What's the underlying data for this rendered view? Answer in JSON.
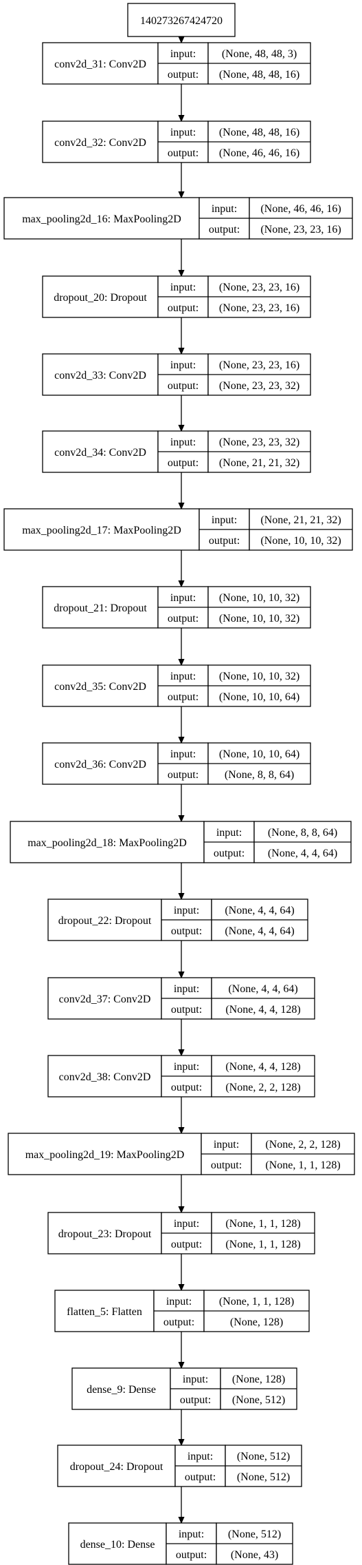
{
  "root": {
    "id": "140273267424720"
  },
  "port_labels": {
    "input": "input:",
    "output": "output:"
  },
  "layers": [
    {
      "name": "conv2d_31: Conv2D",
      "input": "(None, 48, 48, 3)",
      "output": "(None, 48, 48, 16)"
    },
    {
      "name": "conv2d_32: Conv2D",
      "input": "(None, 48, 48, 16)",
      "output": "(None, 46, 46, 16)"
    },
    {
      "name": "max_pooling2d_16: MaxPooling2D",
      "input": "(None, 46, 46, 16)",
      "output": "(None, 23, 23, 16)"
    },
    {
      "name": "dropout_20: Dropout",
      "input": "(None, 23, 23, 16)",
      "output": "(None, 23, 23, 16)"
    },
    {
      "name": "conv2d_33: Conv2D",
      "input": "(None, 23, 23, 16)",
      "output": "(None, 23, 23, 32)"
    },
    {
      "name": "conv2d_34: Conv2D",
      "input": "(None, 23, 23, 32)",
      "output": "(None, 21, 21, 32)"
    },
    {
      "name": "max_pooling2d_17: MaxPooling2D",
      "input": "(None, 21, 21, 32)",
      "output": "(None, 10, 10, 32)"
    },
    {
      "name": "dropout_21: Dropout",
      "input": "(None, 10, 10, 32)",
      "output": "(None, 10, 10, 32)"
    },
    {
      "name": "conv2d_35: Conv2D",
      "input": "(None, 10, 10, 32)",
      "output": "(None, 10, 10, 64)"
    },
    {
      "name": "conv2d_36: Conv2D",
      "input": "(None, 10, 10, 64)",
      "output": "(None, 8, 8, 64)"
    },
    {
      "name": "max_pooling2d_18: MaxPooling2D",
      "input": "(None, 8, 8, 64)",
      "output": "(None, 4, 4, 64)"
    },
    {
      "name": "dropout_22: Dropout",
      "input": "(None, 4, 4, 64)",
      "output": "(None, 4, 4, 64)"
    },
    {
      "name": "conv2d_37: Conv2D",
      "input": "(None, 4, 4, 64)",
      "output": "(None, 4, 4, 128)"
    },
    {
      "name": "conv2d_38: Conv2D",
      "input": "(None, 4, 4, 128)",
      "output": "(None, 2, 2, 128)"
    },
    {
      "name": "max_pooling2d_19: MaxPooling2D",
      "input": "(None, 2, 2, 128)",
      "output": "(None, 1, 1, 128)"
    },
    {
      "name": "dropout_23: Dropout",
      "input": "(None, 1, 1, 128)",
      "output": "(None, 1, 1, 128)"
    },
    {
      "name": "flatten_5: Flatten",
      "input": "(None, 1, 1, 128)",
      "output": "(None, 128)"
    },
    {
      "name": "dense_9: Dense",
      "input": "(None, 128)",
      "output": "(None, 512)"
    },
    {
      "name": "dropout_24: Dropout",
      "input": "(None, 512)",
      "output": "(None, 512)"
    },
    {
      "name": "dense_10: Dense",
      "input": "(None, 512)",
      "output": "(None, 43)"
    }
  ]
}
